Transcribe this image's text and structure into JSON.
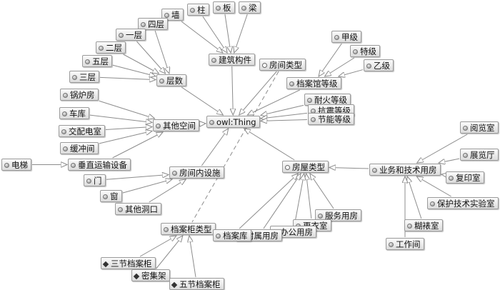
{
  "diagram": {
    "nodes": [
      {
        "id": "owl",
        "label": "owl:Thing",
        "icon": "dot"
      },
      {
        "id": "jzgj",
        "label": "建筑构件",
        "icon": "dot"
      },
      {
        "id": "fjlx",
        "label": "房间类型",
        "icon": "ring"
      },
      {
        "id": "dagdj",
        "label": "档案馆等级",
        "icon": "dot"
      },
      {
        "id": "cs",
        "label": "层数",
        "icon": "dot"
      },
      {
        "id": "qtkj",
        "label": "其他空间",
        "icon": "dot"
      },
      {
        "id": "fjns",
        "label": "房间内设施",
        "icon": "dot"
      },
      {
        "id": "fwlx",
        "label": "房屋类型",
        "icon": "ring"
      },
      {
        "id": "dajlx",
        "label": "档案柜类型",
        "icon": "dot"
      },
      {
        "id": "qiang",
        "label": "墙",
        "icon": "dot"
      },
      {
        "id": "zhu",
        "label": "柱",
        "icon": "dot"
      },
      {
        "id": "ban",
        "label": "板",
        "icon": "dot"
      },
      {
        "id": "liang",
        "label": "梁",
        "icon": "dot"
      },
      {
        "id": "sic",
        "label": "四层",
        "icon": "dot"
      },
      {
        "id": "yic",
        "label": "一层",
        "icon": "dot"
      },
      {
        "id": "erc",
        "label": "二层",
        "icon": "dot"
      },
      {
        "id": "wuc",
        "label": "五层",
        "icon": "dot"
      },
      {
        "id": "sanc",
        "label": "三层",
        "icon": "dot"
      },
      {
        "id": "jiaji",
        "label": "甲级",
        "icon": "dot"
      },
      {
        "id": "teji",
        "label": "特级",
        "icon": "dot"
      },
      {
        "id": "yiji",
        "label": "乙级",
        "icon": "dot"
      },
      {
        "id": "nhdj",
        "label": "耐火等级",
        "icon": "dot"
      },
      {
        "id": "kzdj",
        "label": "抗震等级",
        "icon": "dot"
      },
      {
        "id": "jndj",
        "label": "节能等级",
        "icon": "dot"
      },
      {
        "id": "glf",
        "label": "锅炉房",
        "icon": "dot"
      },
      {
        "id": "cheku",
        "label": "车库",
        "icon": "dot"
      },
      {
        "id": "jpds",
        "label": "交配电室",
        "icon": "dot"
      },
      {
        "id": "hcj",
        "label": "缓冲间",
        "icon": "dot"
      },
      {
        "id": "czys",
        "label": "垂直运输设备",
        "icon": "dot"
      },
      {
        "id": "dianti",
        "label": "电梯",
        "icon": "dot"
      },
      {
        "id": "men",
        "label": "门",
        "icon": "dot"
      },
      {
        "id": "chuang",
        "label": "窗",
        "icon": "dot"
      },
      {
        "id": "qtdk",
        "label": "其他洞口",
        "icon": "dot"
      },
      {
        "id": "ywjs",
        "label": "业务和技术用房",
        "icon": "dot"
      },
      {
        "id": "ylsh",
        "label": "阅览室",
        "icon": "dot"
      },
      {
        "id": "zlt",
        "label": "展览厅",
        "icon": "dot"
      },
      {
        "id": "fys",
        "label": "复印室",
        "icon": "dot"
      },
      {
        "id": "bhjs",
        "label": "保护技术实验室",
        "icon": "dot"
      },
      {
        "id": "hbs",
        "label": "糊裱室",
        "icon": "dot"
      },
      {
        "id": "gzj",
        "label": "工作间",
        "icon": "dot"
      },
      {
        "id": "fwyf",
        "label": "服务用房",
        "icon": "dot"
      },
      {
        "id": "gys",
        "label": "更衣室",
        "icon": "dot"
      },
      {
        "id": "bgyf",
        "label": "办公用房",
        "icon": "dot"
      },
      {
        "id": "fsyf",
        "label": "附属用房",
        "icon": "dot"
      },
      {
        "id": "dak",
        "label": "档案库",
        "icon": "dot"
      },
      {
        "id": "sjdag",
        "label": "三节档案柜",
        "icon": "diamond"
      },
      {
        "id": "mjj",
        "label": "密集架",
        "icon": "diamond"
      },
      {
        "id": "wjdag",
        "label": "五节档案柜",
        "icon": "diamond"
      }
    ],
    "edges": [
      [
        "jzgj",
        "owl"
      ],
      [
        "fjlx",
        "owl"
      ],
      [
        "dagdj",
        "owl"
      ],
      [
        "cs",
        "owl"
      ],
      [
        "qtkj",
        "owl"
      ],
      [
        "fjns",
        "owl"
      ],
      [
        "fwlx",
        "owl"
      ],
      [
        "nhdj",
        "owl"
      ],
      [
        "kzdj",
        "owl"
      ],
      [
        "jndj",
        "owl"
      ],
      [
        "qiang",
        "jzgj"
      ],
      [
        "zhu",
        "jzgj"
      ],
      [
        "ban",
        "jzgj"
      ],
      [
        "liang",
        "jzgj"
      ],
      [
        "sic",
        "cs"
      ],
      [
        "yic",
        "cs"
      ],
      [
        "erc",
        "cs"
      ],
      [
        "wuc",
        "cs"
      ],
      [
        "sanc",
        "cs"
      ],
      [
        "jiaji",
        "dagdj"
      ],
      [
        "teji",
        "dagdj"
      ],
      [
        "yiji",
        "dagdj"
      ],
      [
        "glf",
        "qtkj"
      ],
      [
        "cheku",
        "qtkj"
      ],
      [
        "jpds",
        "qtkj"
      ],
      [
        "hcj",
        "qtkj"
      ],
      [
        "czys",
        "qtkj"
      ],
      [
        "dianti",
        "czys"
      ],
      [
        "men",
        "fjns"
      ],
      [
        "chuang",
        "fjns"
      ],
      [
        "qtdk",
        "fjns"
      ],
      [
        "ywjs",
        "fwlx"
      ],
      [
        "fwyf",
        "fwlx"
      ],
      [
        "gys",
        "fwlx"
      ],
      [
        "bgyf",
        "fwlx"
      ],
      [
        "fsyf",
        "fwlx"
      ],
      [
        "dak",
        "fwlx"
      ],
      [
        "ylsh",
        "ywjs"
      ],
      [
        "zlt",
        "ywjs"
      ],
      [
        "fys",
        "ywjs"
      ],
      [
        "bhjs",
        "ywjs"
      ],
      [
        "hbs",
        "ywjs"
      ],
      [
        "gzj",
        "ywjs"
      ],
      [
        "sjdag",
        "dajlx"
      ],
      [
        "mjj",
        "dajlx"
      ],
      [
        "wjdag",
        "dajlx"
      ]
    ],
    "dashed_edges": [
      [
        "fjlx",
        "dajlx"
      ]
    ]
  }
}
